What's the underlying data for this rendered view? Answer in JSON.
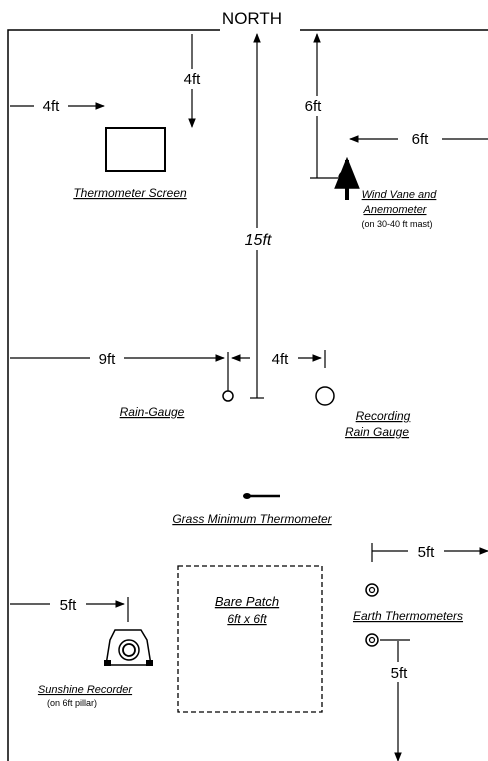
{
  "title": "NORTH",
  "dimensions": {
    "screen_west": "4ft",
    "screen_north": "4ft",
    "wind_north": "6ft",
    "wind_east": "6ft",
    "rain_north": "15ft",
    "rain_west": "9ft",
    "rain_between": "4ft",
    "sunshine_west": "5ft",
    "earth_east": "5ft",
    "earth_south": "5ft"
  },
  "labels": {
    "thermometer_screen": "Thermometer Screen",
    "wind_vane_1": "Wind Vane and",
    "wind_vane_2": "Anemometer",
    "wind_vane_3": "(on 30-40 ft mast)",
    "rain_gauge": "Rain-Gauge",
    "recording_1": "Recording",
    "recording_2": "Rain Gauge",
    "grass_min": "Grass Minimum Thermometer",
    "bare_patch_1": "Bare Patch",
    "bare_patch_2": "6ft x 6ft",
    "earth_thermometers": "Earth Thermometers",
    "sunshine_1": "Sunshine Recorder",
    "sunshine_2": "(on 6ft pillar)"
  }
}
